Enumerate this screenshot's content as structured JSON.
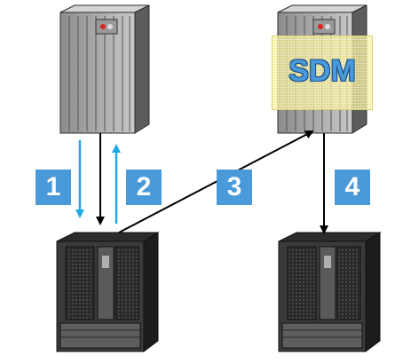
{
  "steps": [
    "1",
    "2",
    "3",
    "4"
  ],
  "sdm_label": "SDM",
  "colors": {
    "step_fill": "#4a9ad9",
    "flow_arrow": "#1ea8e6",
    "connector": "#000000",
    "sdm_panel": "#f5ee8c",
    "sdm_text": "#4a9ad9"
  },
  "devices": [
    {
      "kind": "host-server",
      "role": "primary-host"
    },
    {
      "kind": "host-server",
      "role": "sdm-host"
    },
    {
      "kind": "storage-unit",
      "role": "primary-storage"
    },
    {
      "kind": "storage-unit",
      "role": "secondary-storage"
    }
  ]
}
